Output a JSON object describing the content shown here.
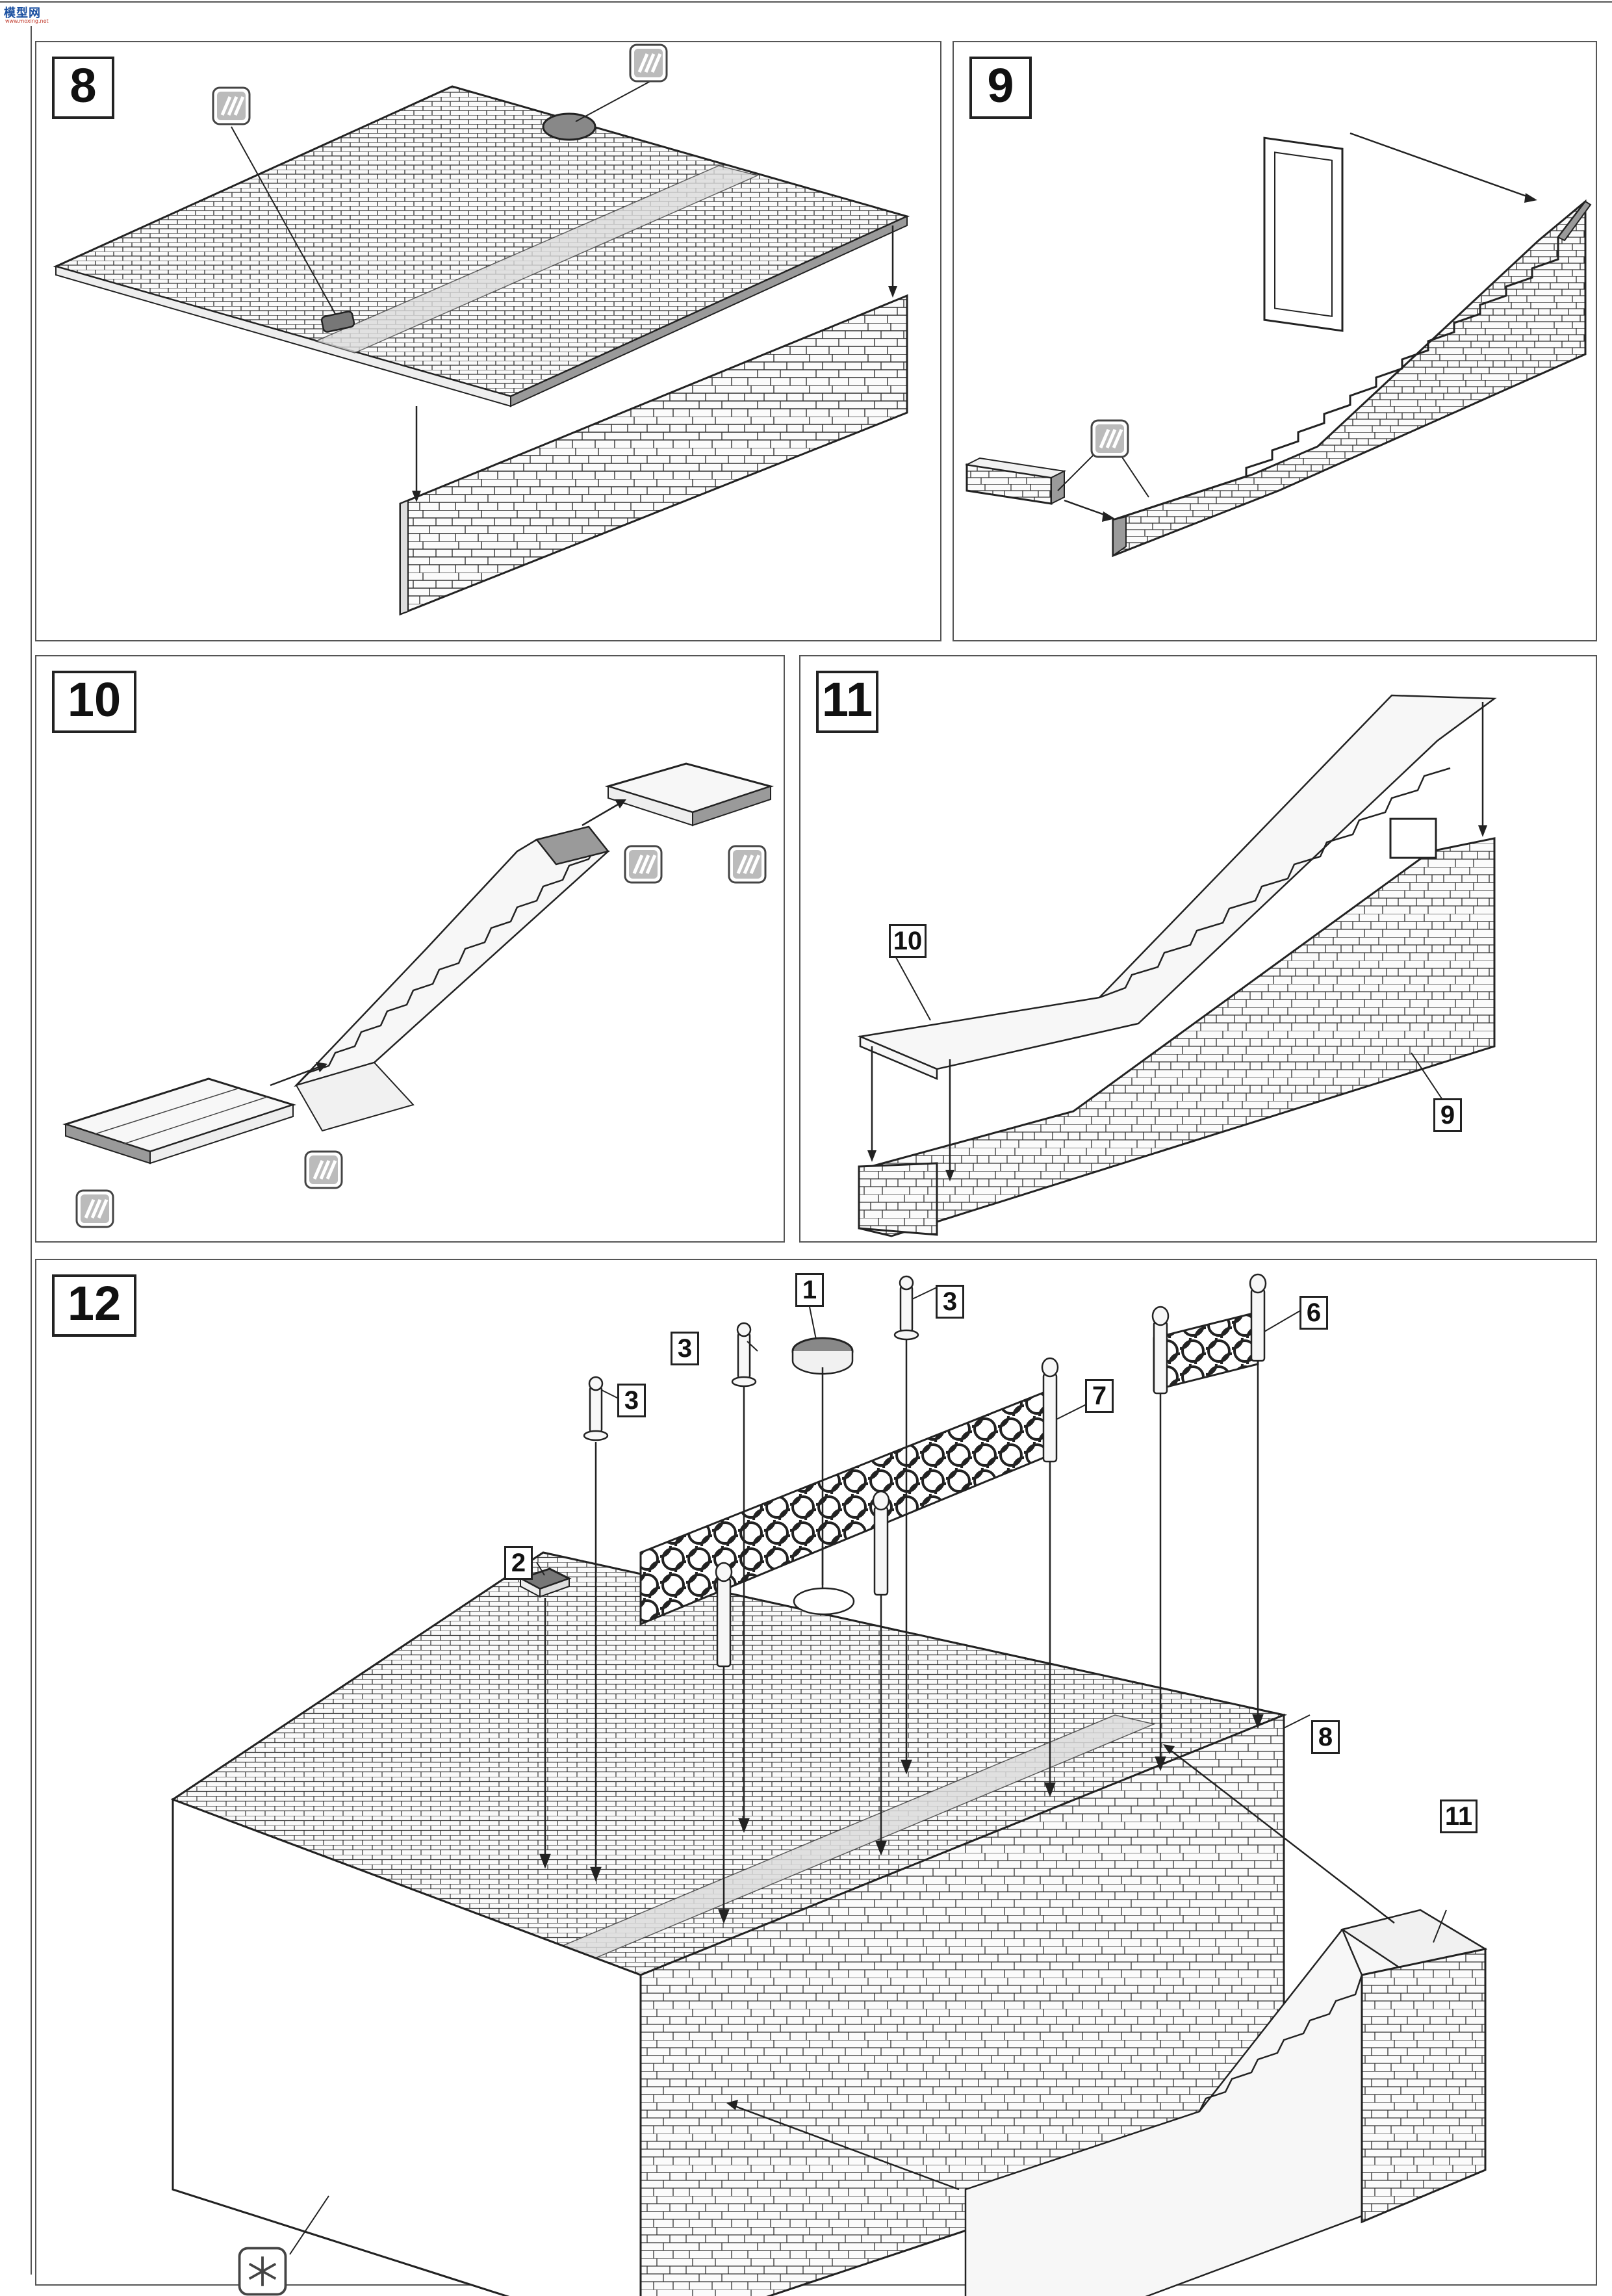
{
  "logo": {
    "mark": "模型网",
    "sub": "www.moxing.net"
  },
  "steps": [
    {
      "id": "step-8",
      "label": "8"
    },
    {
      "id": "step-9",
      "label": "9"
    },
    {
      "id": "step-10",
      "label": "10"
    },
    {
      "id": "step-11",
      "label": "11"
    },
    {
      "id": "step-12",
      "label": "12"
    }
  ],
  "callouts": {
    "s11_part10": "10",
    "s11_part9": "9",
    "s12_part1": "1",
    "s12_part2": "2",
    "s12_part3a": "3",
    "s12_part3b": "3",
    "s12_part3c": "3",
    "s12_part6": "6",
    "s12_part7": "7",
    "s12_part8": "8",
    "s12_part11": "11"
  },
  "icons": {
    "glue": "glue-icon",
    "paint": "snowflake-icon"
  },
  "colors": {
    "line": "#222222",
    "fill_light": "#f7f7f7",
    "fill_grey": "#9a9a9a",
    "frame": "#555555"
  }
}
